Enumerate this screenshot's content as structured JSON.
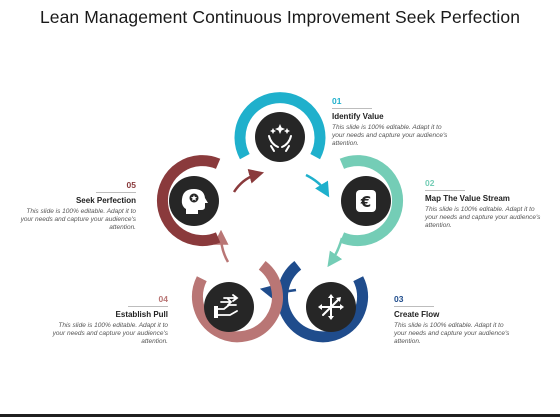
{
  "title": "Lean Management Continuous Improvement Seek Perfection",
  "colors": {
    "identify": "#1fb0cc",
    "map": "#74cdb6",
    "create": "#1f4c8c",
    "pull": "#b97675",
    "seek": "#8a3a3c",
    "center": "#262626"
  },
  "steps": [
    {
      "number": "01",
      "title": "Identify Value",
      "desc": "This slide is 100% editable. Adapt it to your needs and capture your audience's attention.",
      "icon": "hands-sparkle-icon"
    },
    {
      "number": "02",
      "title": "Map The Value Stream",
      "desc": "This slide is 100% editable. Adapt it to your needs and capture your audience's attention.",
      "icon": "euro-icon"
    },
    {
      "number": "03",
      "title": "Create Flow",
      "desc": "This slide is 100% editable. Adapt it to your needs and capture your audience's attention.",
      "icon": "move-arrows-icon"
    },
    {
      "number": "04",
      "title": "Establish Pull",
      "desc": "This slide is 100% editable. Adapt it to your needs and capture your audience's attention.",
      "icon": "hand-pull-icon"
    },
    {
      "number": "05",
      "title": "Seek Perfection",
      "desc": "This slide is 100% editable. Adapt it to your needs and capture your audience's attention.",
      "icon": "head-star-icon"
    }
  ]
}
